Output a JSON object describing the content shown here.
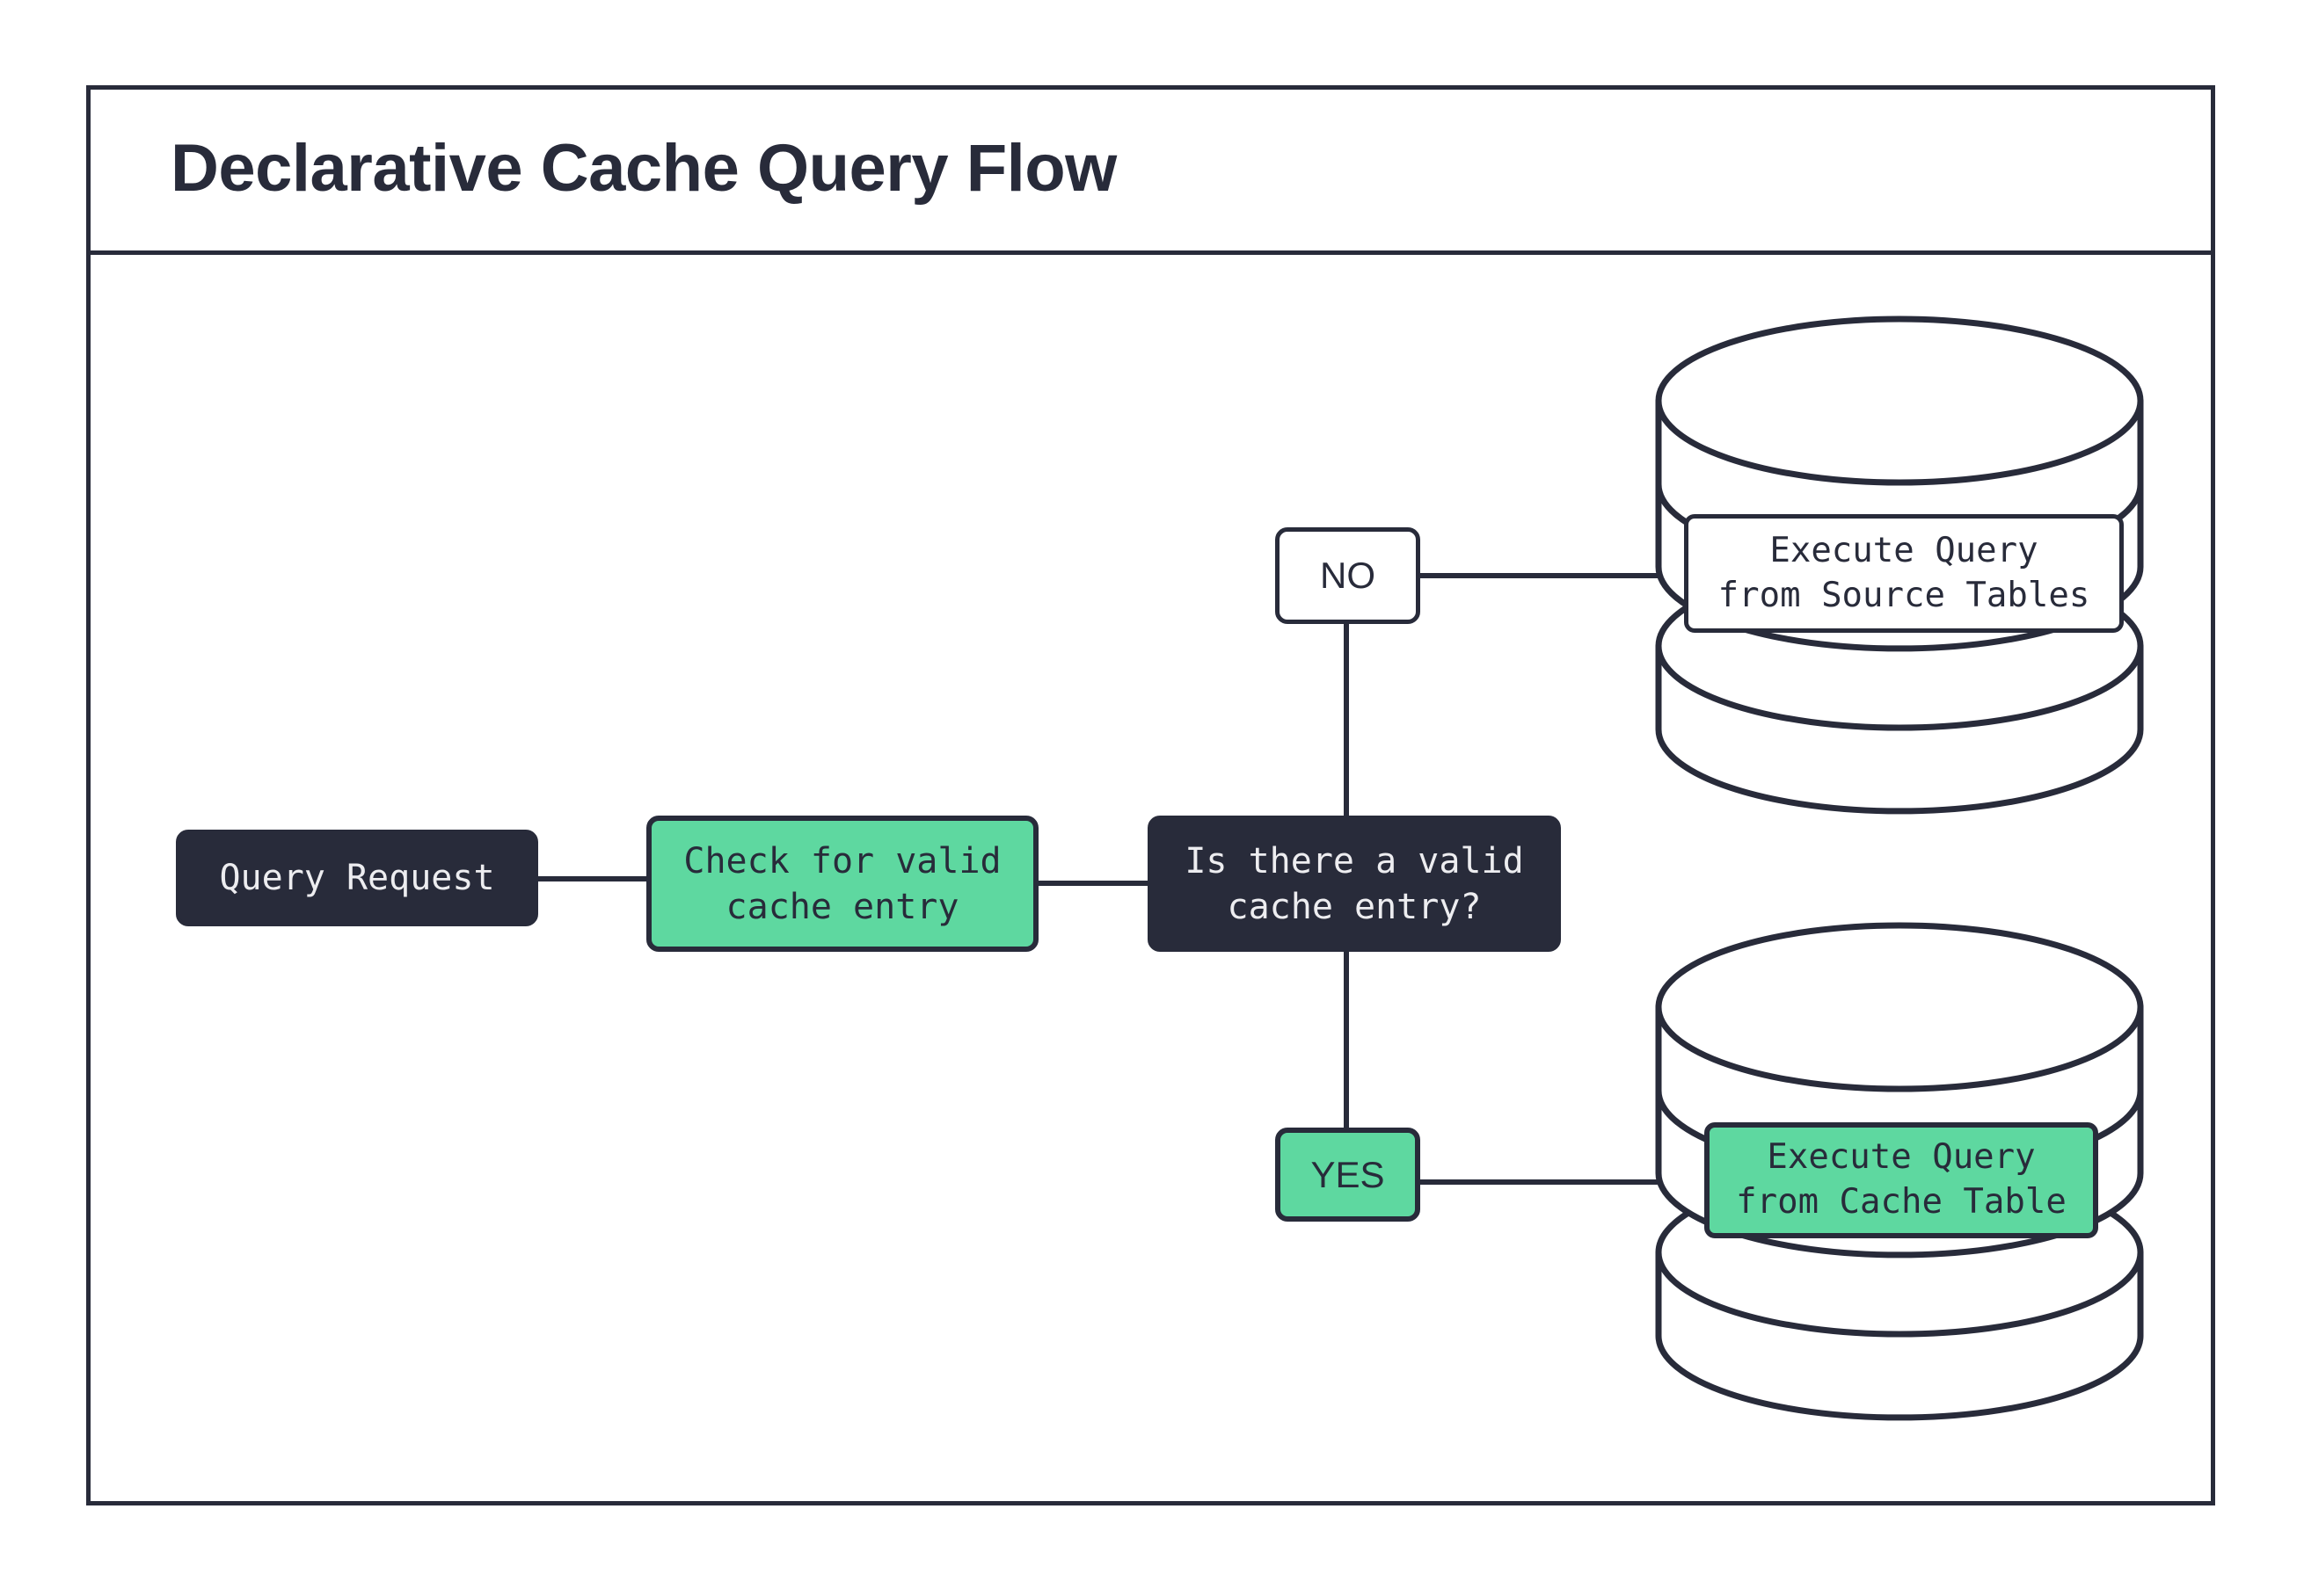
{
  "page": {
    "background": "#ffffff",
    "stroke_color": "#282B3A",
    "accent_green": "#5ED8A0",
    "text_light": "#EDEDF0"
  },
  "header": {
    "title": "Declarative Cache Query Flow"
  },
  "flow": {
    "nodes": [
      {
        "id": "query-request",
        "label": "Query Request",
        "style": "dark"
      },
      {
        "id": "check-cache",
        "label": "Check for valid\ncache entry",
        "style": "green"
      },
      {
        "id": "decision",
        "label": "Is there a valid\ncache entry?",
        "style": "dark"
      }
    ],
    "branches": [
      {
        "id": "no",
        "label": "NO",
        "style": "white"
      },
      {
        "id": "yes",
        "label": "YES",
        "style": "green"
      }
    ],
    "databases": [
      {
        "id": "source-tables",
        "label": "Execute Query\nfrom Source Tables",
        "style": "white",
        "icon": "database-cylinder-icon"
      },
      {
        "id": "cache-table",
        "label": "Execute Query\nfrom Cache Table",
        "style": "green",
        "icon": "database-cylinder-icon"
      }
    ]
  }
}
